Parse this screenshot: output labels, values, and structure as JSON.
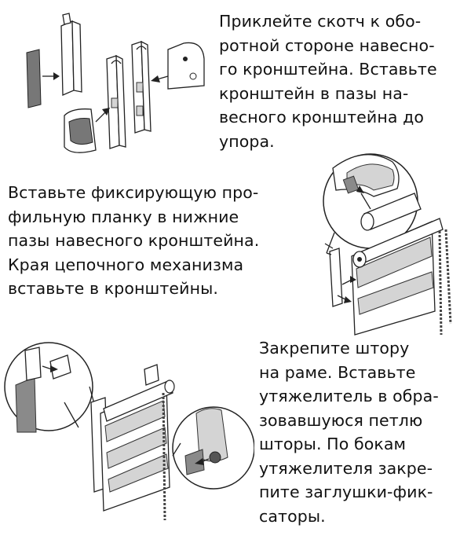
{
  "steps": [
    {
      "lines": [
        "Приклейте скотч к обо-",
        "ротной стороне навесно-",
        "го кронштейна. Вставьте",
        "кронштейн в пазы на-",
        "весного кронштейна до",
        "упора."
      ]
    },
    {
      "lines": [
        "Вставьте фиксирующую про-",
        "фильную планку в нижние",
        "пазы навесного кронштейна.",
        "Края цепочного механизма",
        "вставьте в кронштейны."
      ]
    },
    {
      "lines": [
        "Закрепите штору",
        "на раме. Вставьте",
        "утяжелитель в обра-",
        "зовавшуюся петлю",
        "шторы. По бокам",
        "утяжелителя закре-",
        "пите заглушки-фик-",
        "саторы."
      ]
    }
  ],
  "icons": [
    "bracket-assembly-illustration",
    "roller-mechanism-illustration",
    "frame-mounted-blind-illustration"
  ]
}
